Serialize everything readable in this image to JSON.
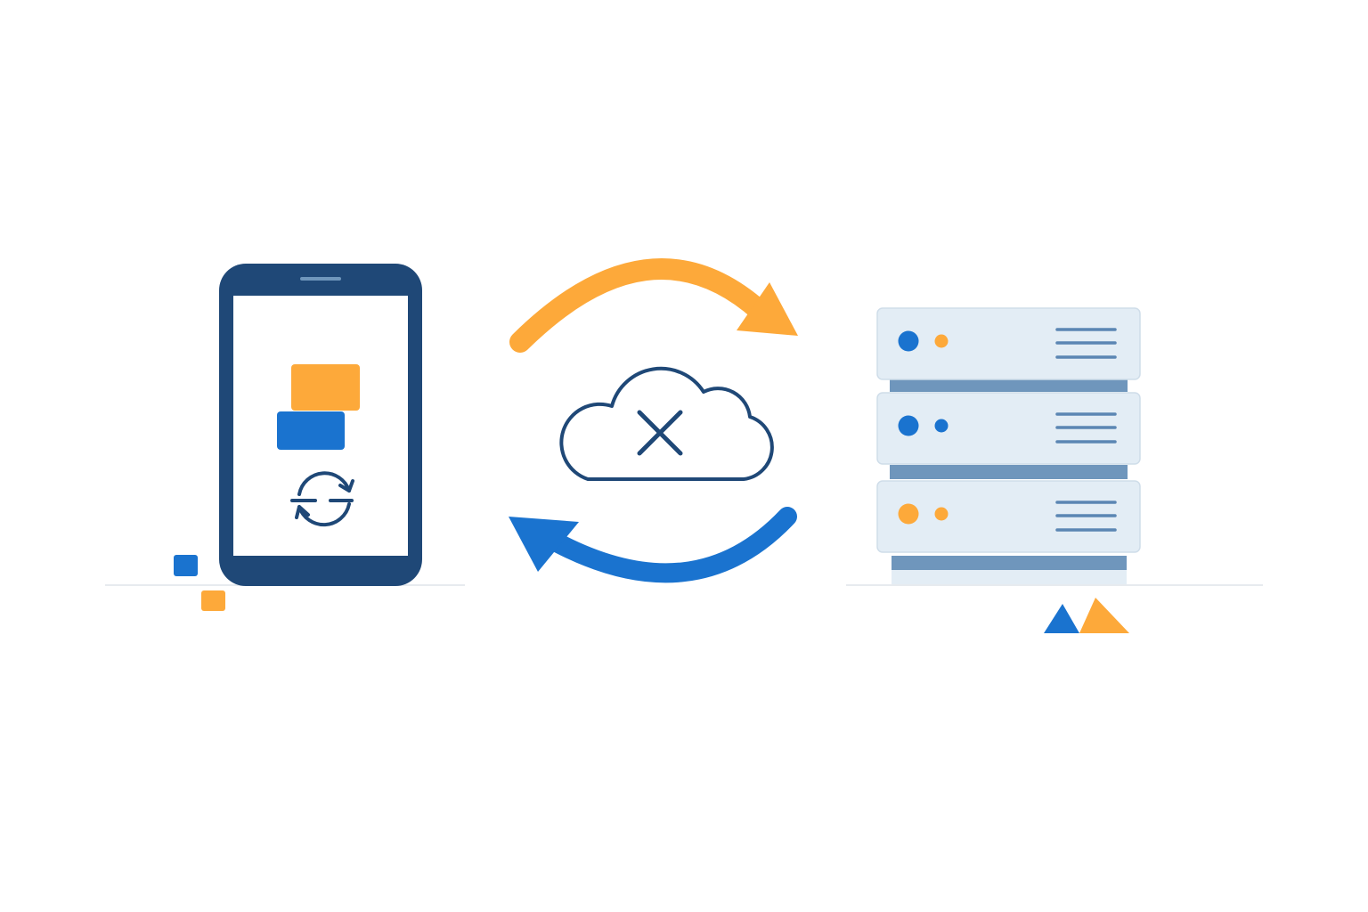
{
  "colors": {
    "navy": "#1f4877",
    "blue": "#1a73cf",
    "orange": "#fda93a",
    "server_panel": "#e3edf5",
    "server_panel_border": "#cfdde9",
    "server_band": "#6f96bc",
    "server_line": "#5b86b3",
    "ground": "#e7ebef",
    "screen": "#ffffff"
  },
  "icons": {
    "device": "smartphone-icon",
    "device_status": "sync-icon",
    "connection": "cloud-off-icon",
    "upload_flow": "arrow-right-curved-icon",
    "download_flow": "arrow-left-curved-icon",
    "backend": "server-rack-icon"
  },
  "server": {
    "units": [
      {
        "primary_dot": "blue",
        "secondary_dot": "orange"
      },
      {
        "primary_dot": "blue",
        "secondary_dot": "blue"
      },
      {
        "primary_dot": "orange",
        "secondary_dot": "orange"
      }
    ]
  }
}
